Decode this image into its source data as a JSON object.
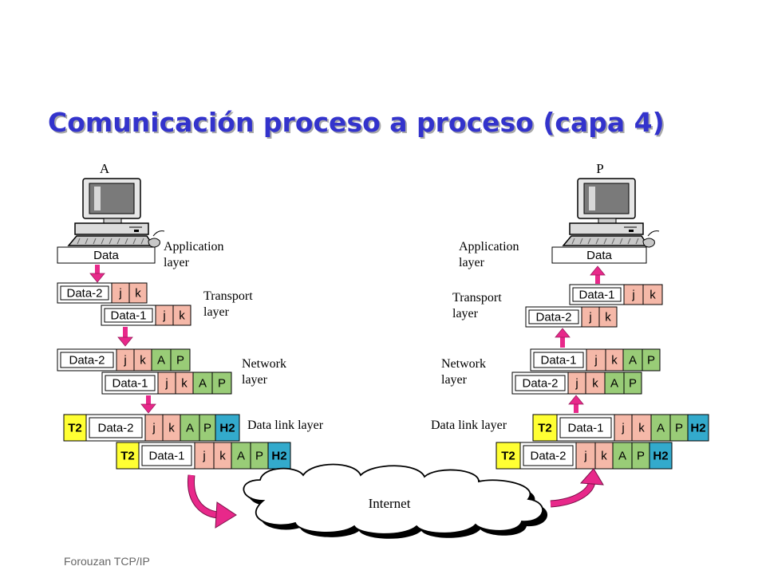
{
  "slide": {
    "title": "Comunicación proceso a proceso (capa 4)",
    "footer": "Forouzan TCP/IP"
  },
  "colors": {
    "title": "#3333cc",
    "header_jk": "#f5b8a8",
    "header_AP": "#99cc77",
    "trailer_T2": "#ffff33",
    "header_H2": "#33aacc",
    "arrow": "#e8288a"
  },
  "hosts": {
    "left": {
      "name": "A",
      "icon": "computer-icon"
    },
    "right": {
      "name": "P",
      "icon": "computer-icon"
    }
  },
  "layers": {
    "application": "Application\nlayer",
    "transport": "Transport\nlayer",
    "network": "Network\nlayer",
    "datalink": "Data link layer"
  },
  "labels": {
    "data": "Data",
    "data1": "Data-1",
    "data2": "Data-2",
    "j": "j",
    "k": "k",
    "a": "A",
    "p": "P",
    "t2": "T2",
    "h2": "H2"
  },
  "network": {
    "name": "Internet",
    "icon": "cloud-icon"
  }
}
